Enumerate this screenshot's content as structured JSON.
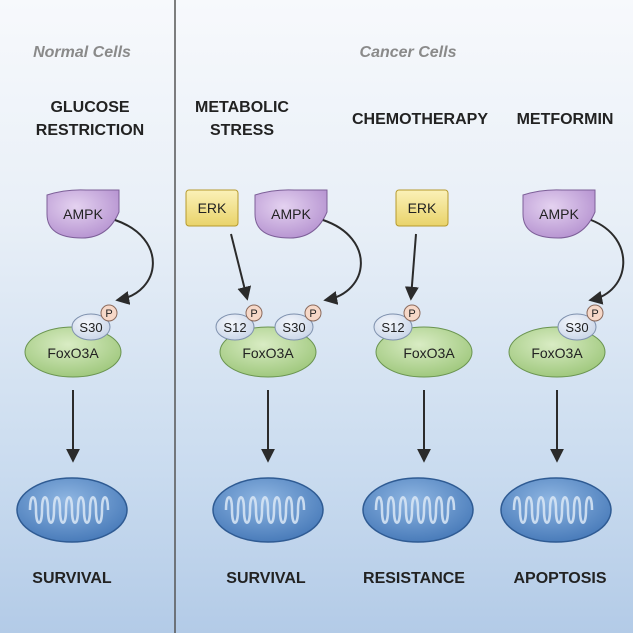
{
  "headers": {
    "normal": "Normal Cells",
    "cancer": "Cancer Cells"
  },
  "conditions": {
    "glucose_line1": "GLUCOSE",
    "glucose_line2": "RESTRICTION",
    "metabolic_line1": "METABOLIC",
    "metabolic_line2": "STRESS",
    "chemotherapy": "CHEMOTHERAPY",
    "metformin": "METFORMIN"
  },
  "molecules": {
    "ampk": "AMPK",
    "erk": "ERK",
    "foxo3a": "FoxO3A",
    "s30": "S30",
    "s12": "S12",
    "phospho": "P"
  },
  "outcomes": {
    "survival_normal": "SURVIVAL",
    "survival_cancer": "SURVIVAL",
    "resistance": "RESISTANCE",
    "apoptosis": "APOPTOSIS"
  },
  "colors": {
    "ampk": "#c6a6dc",
    "erk": "#f2e08a",
    "foxo3a": "#b8d898",
    "site": "#dfe7f3",
    "phospho": "#f6d8c8",
    "mitochondrion": "#5f90c8",
    "divider": "#555555"
  }
}
